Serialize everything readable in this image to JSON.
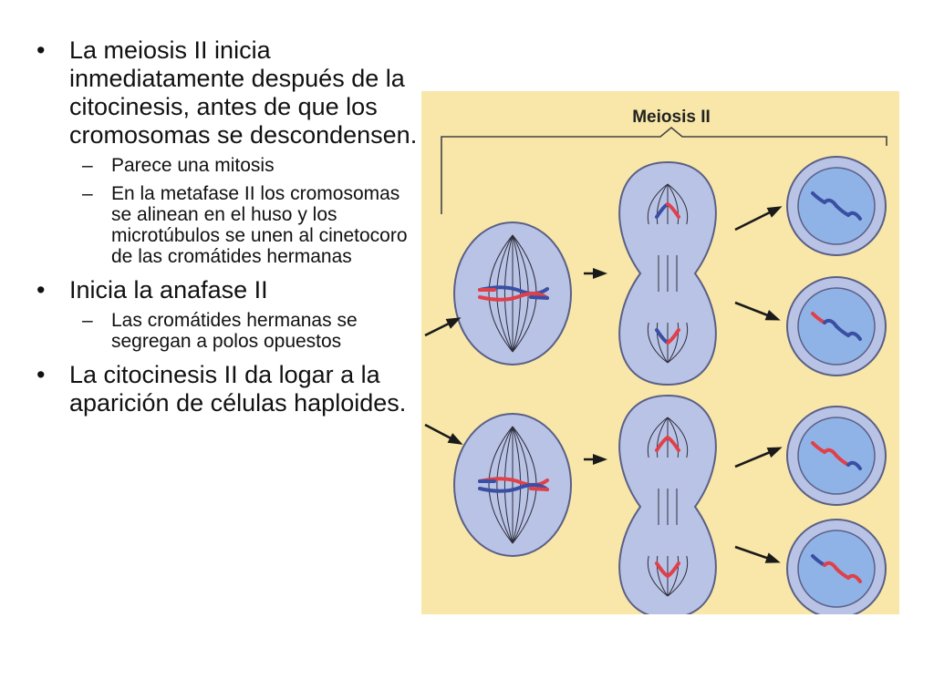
{
  "bullets": [
    {
      "text": "La meiosis II inicia inmediatamente después de la citocinesis, antes de que los cromosomas se descondensen.",
      "subitems": [
        "Parece una mitosis",
        "En la metafase II los cromosomas se alinean en el huso y los microtúbulos se unen al cinetocoro de las cromátides hermanas"
      ]
    },
    {
      "text": "Inicia la anafase II",
      "subitems": [
        "Las cromátides hermanas se segregan a polos opuestos"
      ]
    },
    {
      "text": "La citocinesis II da logar a la aparición de células haploides.",
      "subitems": []
    }
  ],
  "bullet_symbol": "•",
  "dash_symbol": "–",
  "figure": {
    "title": "Meiosis II",
    "colors": {
      "background": "#f8e7a8",
      "cell_fill": "#b9c3e6",
      "cell_stroke": "#5a5f86",
      "nucleus_fill": "#8fb3e6",
      "chromatid_blue": "#3a4fa3",
      "chromatid_red": "#e0404a",
      "arrow": "#1a1a1a"
    }
  }
}
